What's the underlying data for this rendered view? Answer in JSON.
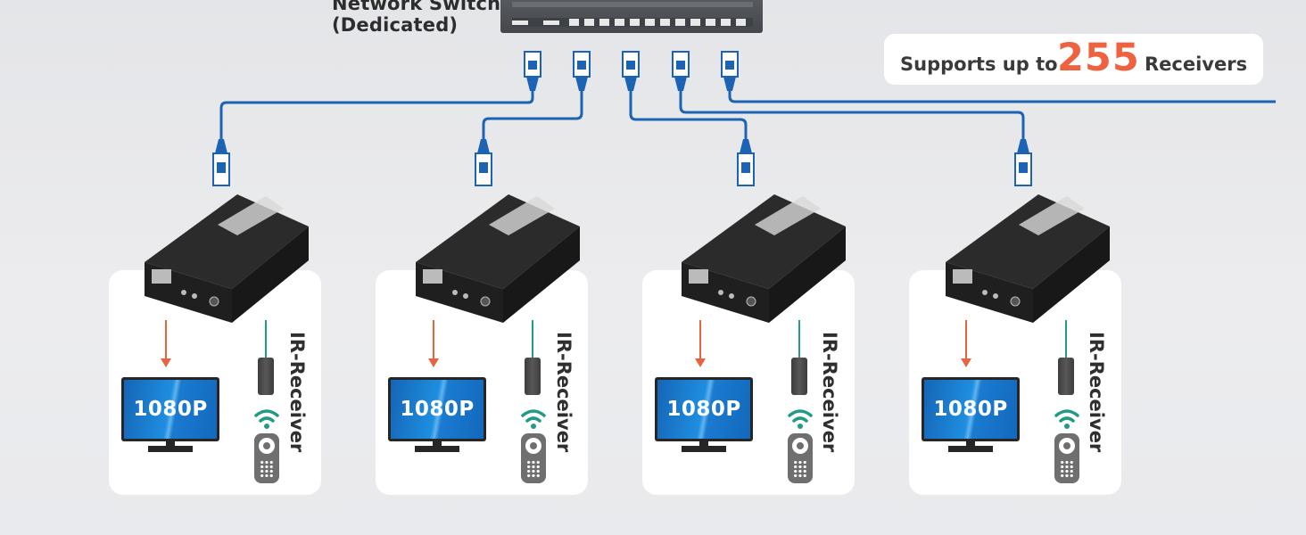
{
  "switch": {
    "label_line1": "Network Switch",
    "label_line2": "(Dedicated)"
  },
  "badge": {
    "prefix": "Supports up to",
    "count": "255",
    "suffix": "Receivers"
  },
  "receivers": [
    {
      "resolution": "1080P",
      "ir_label": "IR-Receiver"
    },
    {
      "resolution": "1080P",
      "ir_label": "IR-Receiver"
    },
    {
      "resolution": "1080P",
      "ir_label": "IR-Receiver"
    },
    {
      "resolution": "1080P",
      "ir_label": "IR-Receiver"
    }
  ],
  "colors": {
    "accent_number": "#ee6240",
    "cable": "#1c64b3",
    "signal_arrow": "#e8643e",
    "ir_line": "#1f9b86"
  }
}
